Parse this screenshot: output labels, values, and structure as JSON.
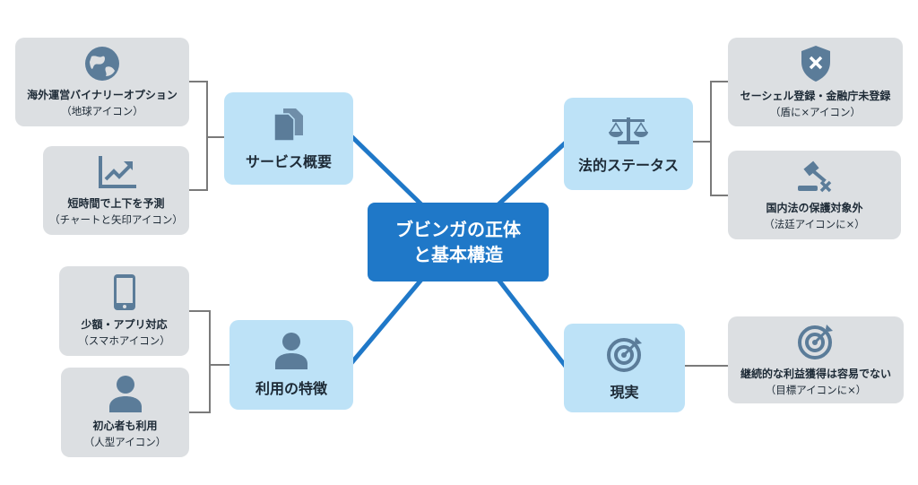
{
  "center": {
    "line1": "ブビンガの正体",
    "line2": "と基本構造"
  },
  "categories": [
    {
      "label": "サービス概要",
      "icon": "documents-icon"
    },
    {
      "label": "法的ステータス",
      "icon": "scale-icon"
    },
    {
      "label": "利用の特徴",
      "icon": "person-icon"
    },
    {
      "label": "現実",
      "icon": "target-icon"
    }
  ],
  "leaves": [
    {
      "title": "海外運営バイナリーオプション",
      "sub": "（地球アイコン）",
      "icon": "globe-icon"
    },
    {
      "title": "短時間で上下を予測",
      "sub": "（チャートと矢印アイコン）",
      "icon": "chart-arrow-icon"
    },
    {
      "title": "セーシェル登録・金融庁未登録",
      "sub": "（盾に×アイコン）",
      "icon": "shield-x-icon"
    },
    {
      "title": "国内法の保護対象外",
      "sub": "（法廷アイコンに×）",
      "icon": "gavel-x-icon"
    },
    {
      "title": "少額・アプリ対応",
      "sub": "（スマホアイコン）",
      "icon": "smartphone-icon"
    },
    {
      "title": "初心者も利用",
      "sub": "（人型アイコン）",
      "icon": "person-icon"
    },
    {
      "title": "継続的な利益獲得は容易でない",
      "sub": "（目標アイコンに×）",
      "icon": "target-icon"
    }
  ],
  "colors": {
    "center": "#1f78c8",
    "category": "#bde2f7",
    "leaf": "#dcdfe2",
    "icon": "#5b7c99",
    "connector": "#7a7a7a"
  }
}
